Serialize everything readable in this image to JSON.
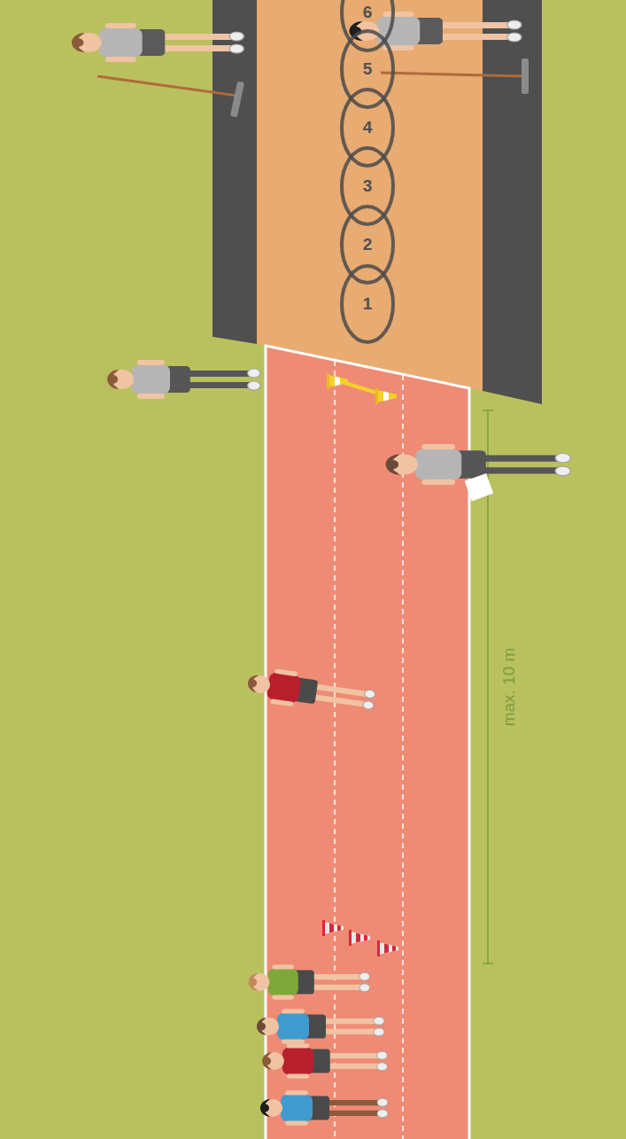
{
  "diagram": {
    "nodes": [
      {
        "text": [
          "1"
        ]
      },
      {
        "text": [
          "2"
        ]
      },
      {
        "text": [
          "3"
        ]
      },
      {
        "text": [
          "4"
        ]
      },
      {
        "text": [
          "5"
        ]
      },
      {
        "text": [
          "6"
        ]
      }
    ],
    "labels": [
      "max. 10 m"
    ]
  }
}
